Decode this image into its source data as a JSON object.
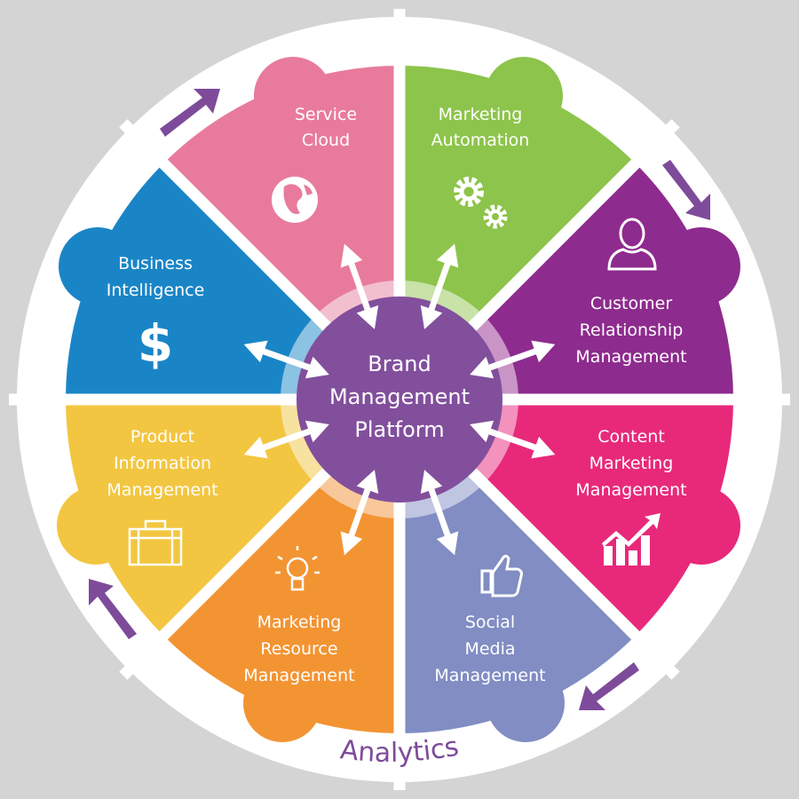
{
  "center": {
    "lines": [
      "Brand",
      "Management",
      "Platform"
    ]
  },
  "footer": {
    "label": "Analytics"
  },
  "colors": {
    "background": "#d4d4d4",
    "center": "#824f9c",
    "corner_arrow": "#7e4b9a"
  },
  "segments": [
    {
      "id": "service-cloud",
      "lines": [
        "Service",
        "Cloud"
      ],
      "icon": "globe-icon",
      "color": "#e87b9c",
      "ring": "#f2bfcf"
    },
    {
      "id": "marketing-automation",
      "lines": [
        "Marketing",
        "Automation"
      ],
      "icon": "gears-icon",
      "color": "#8dc44b",
      "ring": "#c8e2a8"
    },
    {
      "id": "customer-relationship-management",
      "lines": [
        "Customer",
        "Relationship",
        "Management"
      ],
      "icon": "person-icon",
      "color": "#8e2b8e",
      "ring": "#c995c6"
    },
    {
      "id": "content-marketing-management",
      "lines": [
        "Content",
        "Marketing",
        "Management"
      ],
      "icon": "growth-chart-icon",
      "color": "#e8297a",
      "ring": "#f392bd"
    },
    {
      "id": "social-media-management",
      "lines": [
        "Social",
        "Media",
        "Management"
      ],
      "icon": "thumbs-up-icon",
      "color": "#818dc3",
      "ring": "#c0c6e1"
    },
    {
      "id": "marketing-resource-management",
      "lines": [
        "Marketing",
        "Resource",
        "Management"
      ],
      "icon": "lightbulb-icon",
      "color": "#f39433",
      "ring": "#f8c89a"
    },
    {
      "id": "product-information-management",
      "lines": [
        "Product",
        "Information",
        "Management"
      ],
      "icon": "briefcase-icon",
      "color": "#f3c641",
      "ring": "#f8e2a0"
    },
    {
      "id": "business-intelligence",
      "lines": [
        "Business",
        "Intelligence"
      ],
      "icon": "dollar-icon",
      "color": "#1a85c6",
      "ring": "#8cc2e2"
    }
  ]
}
